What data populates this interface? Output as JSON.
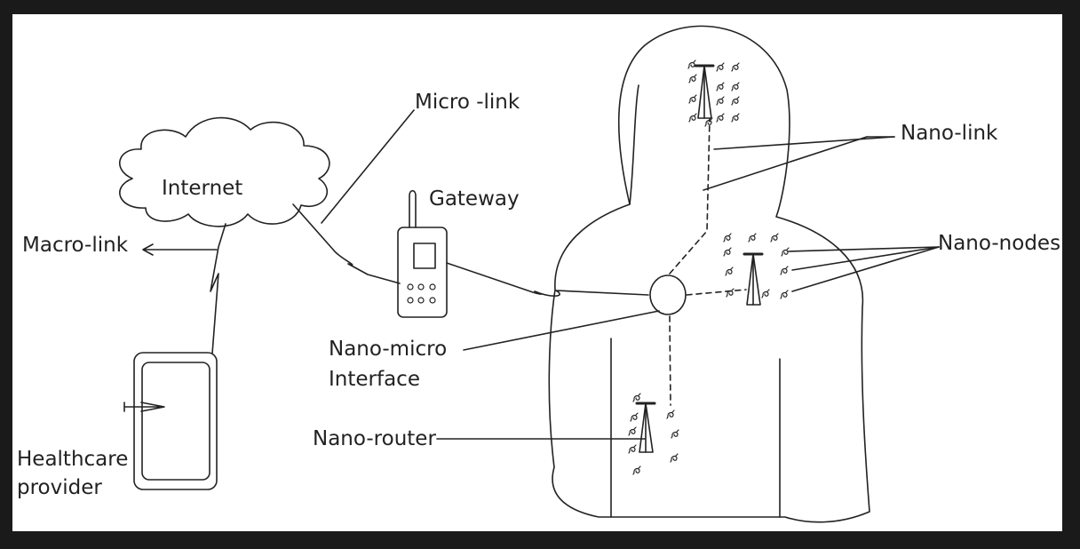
{
  "labels": {
    "internet": "Internet",
    "micro_link": "Micro -link",
    "gateway": "Gateway",
    "macro_link": "Macro-link",
    "nano_link": "Nano-link",
    "nano_nodes": "Nano-nodes",
    "nano_micro_line1": "Nano-micro",
    "nano_micro_line2": "Interface",
    "nano_router": "Nano-router",
    "healthcare_line1": "Healthcare",
    "healthcare_line2": "provider"
  },
  "colors": {
    "ink": "#222222",
    "paper": "#ffffff",
    "frame": "#1a1a1a"
  }
}
